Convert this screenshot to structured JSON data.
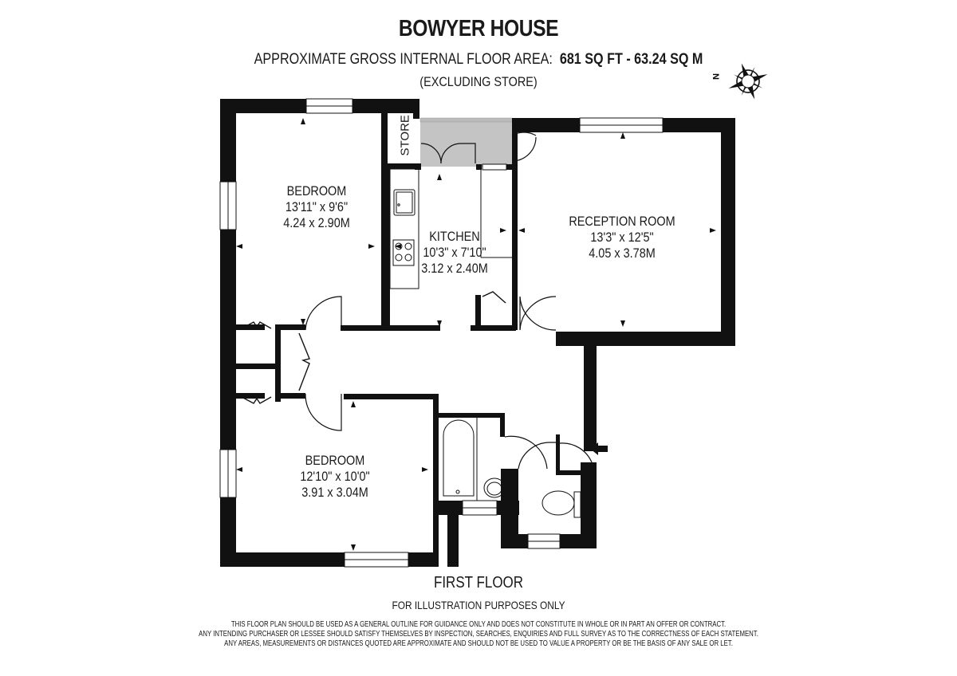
{
  "header": {
    "title": "BOWYER HOUSE",
    "area_label": "APPROXIMATE GROSS INTERNAL FLOOR AREA:",
    "area_sqft": "681 SQ FT",
    "area_sep": "-",
    "area_sqm": "63.24 SQ M",
    "excluding": "(EXCLUDING STORE)"
  },
  "compass": {
    "icon": "compass-rose-icon",
    "label": "N"
  },
  "rooms": [
    {
      "name": "BEDROOM",
      "imperial": "13'11\" x 9'6\"",
      "metric": "4.24 x 2.90M"
    },
    {
      "name": "KITCHEN",
      "imperial": "10'3\" x 7'10\"",
      "metric": "3.12 x 2.40M"
    },
    {
      "name": "RECEPTION ROOM",
      "imperial": "13'3\" x 12'5\"",
      "metric": "4.05 x 3.78M"
    },
    {
      "name": "BEDROOM",
      "imperial": "12'10\" x 10'0\"",
      "metric": "3.91 x 3.04M"
    },
    {
      "name": "STORE"
    }
  ],
  "footer": {
    "floor": "FIRST FLOOR",
    "illustration": "FOR ILLUSTRATION PURPOSES ONLY",
    "disclaimer": [
      "THIS FLOOR PLAN SHOULD BE USED AS A GENERAL OUTLINE FOR GUIDANCE ONLY AND DOES NOT CONSTITUTE IN WHOLE OR IN PART AN OFFER OR CONTRACT.",
      "ANY INTENDING PURCHASER OR LESSEE SHOULD SATISFY THEMSELVES BY INSPECTION, SEARCHES, ENQUIRIES AND FULL SURVEY AS TO THE CORRECTNESS OF EACH STATEMENT.",
      "ANY AREAS, MEASUREMENTS OR DISTANCES QUOTED ARE APPROXIMATE AND SHOULD NOT BE USED TO VALUE A PROPERTY OR BE THE BASIS OF ANY SALE OR LET."
    ]
  },
  "colors": {
    "wall": "#111111",
    "store_shade": "#c4c4c4",
    "background": "#ffffff"
  }
}
